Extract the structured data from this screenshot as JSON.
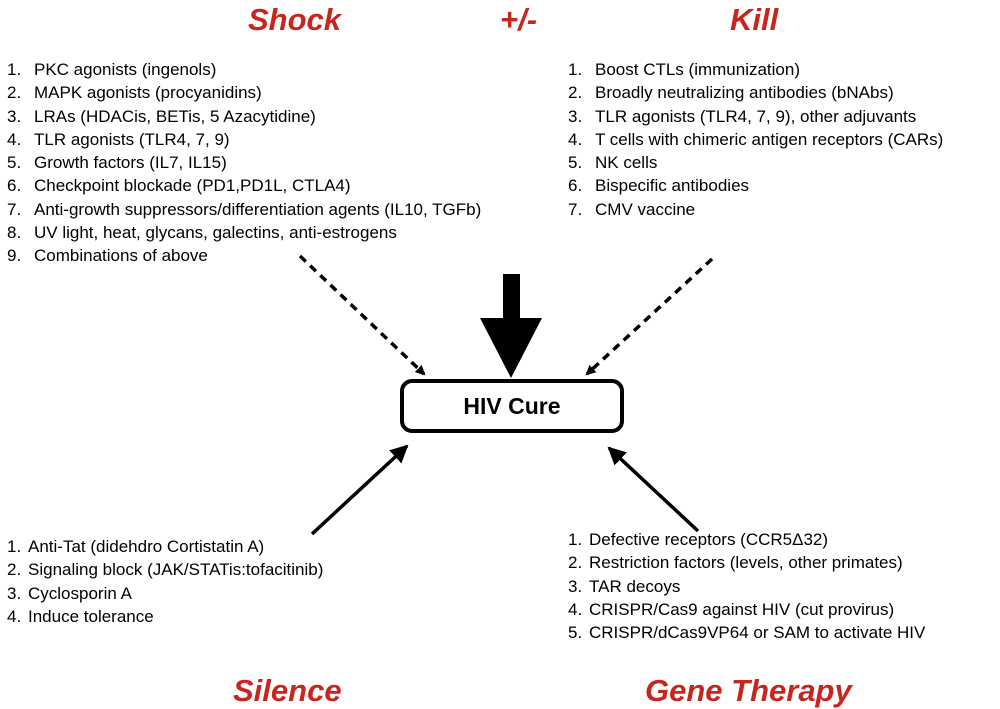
{
  "headings": {
    "shock": "Shock",
    "plus_minus": "+/-",
    "kill": "Kill",
    "silence": "Silence",
    "gene_therapy": "Gene Therapy"
  },
  "center": {
    "label": "HIV Cure"
  },
  "shock": {
    "items": [
      {
        "num": "1.",
        "text": "PKC agonists (ingenols)"
      },
      {
        "num": "2.",
        "text": "MAPK agonists (procyanidins)"
      },
      {
        "num": "3.",
        "text": "LRAs (HDACis, BETis, 5 Azacytidine)"
      },
      {
        "num": "4.",
        "text": "TLR agonists (TLR4, 7, 9)"
      },
      {
        "num": "5.",
        "text": "Growth factors (IL7, IL15)"
      },
      {
        "num": "6.",
        "text": "Checkpoint blockade (PD1,PD1L, CTLA4)"
      },
      {
        "num": "7.",
        "text": "Anti-growth suppressors/differentiation agents (IL10, TGFb)"
      },
      {
        "num": "8.",
        "text": "UV light, heat, glycans, galectins, anti-estrogens"
      },
      {
        "num": "9.",
        "text": "Combinations of above"
      }
    ]
  },
  "kill": {
    "items": [
      {
        "num": "1.",
        "text": "Boost CTLs (immunization)"
      },
      {
        "num": "2.",
        "text": "Broadly neutralizing antibodies (bNAbs)"
      },
      {
        "num": "3.",
        "text": "TLR agonists (TLR4, 7, 9), other adjuvants"
      },
      {
        "num": "4.",
        "text": "T cells with chimeric antigen receptors (CARs)"
      },
      {
        "num": "5.",
        "text": "NK cells"
      },
      {
        "num": "6.",
        "text": "Bispecific antibodies"
      },
      {
        "num": "7.",
        "text": "CMV vaccine"
      }
    ]
  },
  "silence": {
    "items": [
      {
        "num": "1.",
        "text": "Anti-Tat (didehdro Cortistatin A)"
      },
      {
        "num": "2.",
        "text": "Signaling block (JAK/STATis:tofacitinib)"
      },
      {
        "num": "3.",
        "text": "Cyclosporin A"
      },
      {
        "num": "4.",
        "text": "Induce tolerance"
      }
    ]
  },
  "gene_therapy": {
    "items": [
      {
        "num": "1.",
        "text": "Defective receptors (CCR5Δ32)"
      },
      {
        "num": "2.",
        "text": "Restriction factors (levels, other primates)"
      },
      {
        "num": "3.",
        "text": "TAR decoys"
      },
      {
        "num": "4.",
        "text": "CRISPR/Cas9 against HIV (cut provirus)"
      },
      {
        "num": "5.",
        "text": "CRISPR/dCas9VP64 or SAM to activate HIV"
      }
    ]
  },
  "colors": {
    "heading": "#c8251f",
    "ink": "#000000"
  }
}
